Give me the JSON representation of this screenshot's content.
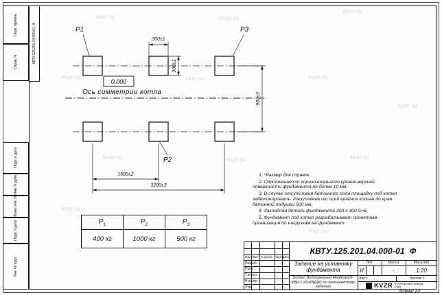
{
  "watermark": {
    "text": "kvzr.ru"
  },
  "corner_stamp": "КВТУ.125.201.04.000-01  Ф",
  "left_margin": {
    "fields": [
      "Перв. примен.",
      "Справ. N",
      "Подп. и дата",
      "Инв. N дубл.",
      "Взам. инв. N",
      "Подп. и дата",
      "Инв. N подл."
    ]
  },
  "drawing": {
    "p1": "Р1",
    "p2": "Р2",
    "p3": "Р3",
    "level": "0.000",
    "axis": "Ось симметрии котла",
    "dims": {
      "width": "300±1",
      "height": "300±1",
      "rows": "960±3",
      "span": "1600±2",
      "total": "3200±3"
    }
  },
  "notes": [
    "1. *Размер для справок.",
    "2. Отклонение от горизонтального уровня верхней поверхности фундамента не более 10 мм.",
    "3. В случае отсутствия бетонного пола площадку под котел забетонировать. Расстояние от осей крайних колонн до края бетонной подушки 500 мм.",
    "4. Закладная деталь фундамента  300 x 300 S=8.",
    "5. Фундамент под котел разрабатывает проектная организация по нагрузкам на фундамент."
  ],
  "load_table": {
    "headers": [
      {
        "base": "Р",
        "sub": "1"
      },
      {
        "base": "Р",
        "sub": "2"
      },
      {
        "base": "Р",
        "sub": "3"
      }
    ],
    "values": [
      "400 кг",
      "1000 кг",
      "500 кг"
    ]
  },
  "title_block": {
    "designation": "КВТУ.125.201.04.000-01  Ф",
    "col_izm": "Изм",
    "col_list": "Лист",
    "col_ndok": "N докум.",
    "col_podp": "Подп.",
    "col_data": "Дата",
    "row_razrab": "Разраб.",
    "row_prov": "Пров.",
    "row_tkontr": "Т.контр.",
    "row_nkontr": "Н.контр.",
    "row_utv": "Утв.",
    "doc_title": "Задание на установку фундамента",
    "product": "Котел Водогрейный Heatexpert- КВр-1,45-КВД(К) по техническому заданию",
    "lit_label": "Лит.",
    "mass_label": "Масса",
    "scale_label": "Масштаб",
    "lit_value": "И",
    "mass_value": "-",
    "scale_value": "1:20",
    "sheet_label": "Лист",
    "sheets_label": "Листов",
    "sheets_value": "1",
    "logo": "KVZR",
    "company": "КОТЕЛЬНЫЙ ЗАВОД РЭП",
    "format": "Формат А3"
  }
}
